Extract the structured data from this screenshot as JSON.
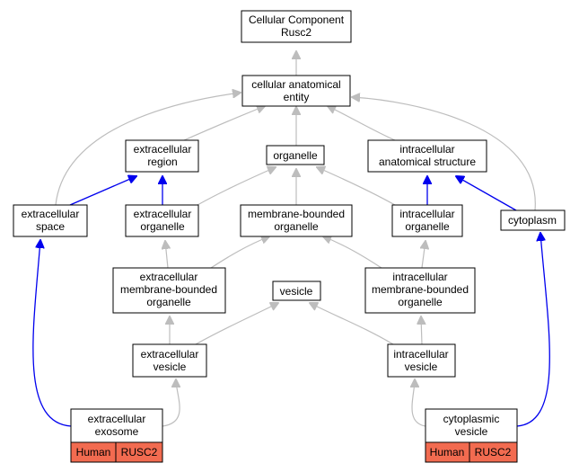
{
  "colors": {
    "edge_gray": "#bdbdbd",
    "edge_blue": "#0000ee",
    "tag_fill": "#f26b50"
  },
  "nodes": {
    "root": [
      "Cellular Component",
      "Rusc2"
    ],
    "cae": [
      "cellular anatomical",
      "entity"
    ],
    "exreg": [
      "extracellular",
      "region"
    ],
    "organelle": [
      "organelle"
    ],
    "ias": [
      "intracellular",
      "anatomical structure"
    ],
    "exspace": [
      "extracellular",
      "space"
    ],
    "exorg": [
      "extracellular",
      "organelle"
    ],
    "mbo": [
      "membrane-bounded",
      "organelle"
    ],
    "inorg": [
      "intracellular",
      "organelle"
    ],
    "cytoplasm": [
      "cytoplasm"
    ],
    "exmbo": [
      "extracellular",
      "membrane-bounded",
      "organelle"
    ],
    "vesicle": [
      "vesicle"
    ],
    "inmbo": [
      "intracellular",
      "membrane-bounded",
      "organelle"
    ],
    "exves": [
      "extracellular",
      "vesicle"
    ],
    "inves": [
      "intracellular",
      "vesicle"
    ],
    "exosome": [
      "extracellular",
      "exosome"
    ],
    "cytves": [
      "cytoplasmic",
      "vesicle"
    ]
  },
  "tags": {
    "exosome": [
      "Human",
      "RUSC2"
    ],
    "cytves": [
      "Human",
      "RUSC2"
    ]
  }
}
